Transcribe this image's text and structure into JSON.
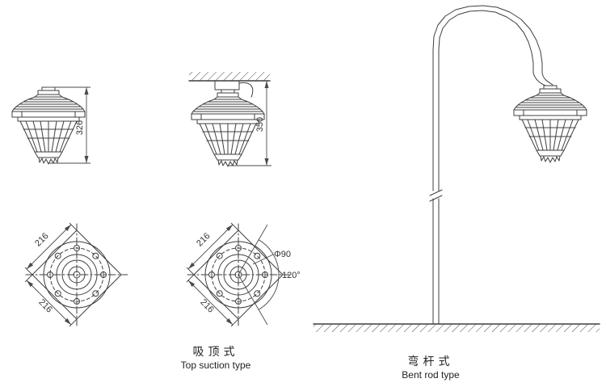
{
  "drawing": {
    "line_color": "#3f3f3f",
    "views": {
      "side": {
        "height": "326"
      },
      "ceiling": {
        "height": "350"
      },
      "top_left": {
        "width": "216",
        "depth": "216"
      },
      "top_right": {
        "width": "216",
        "depth": "216",
        "diameter": "Φ90",
        "angle": "120°"
      }
    },
    "captions": {
      "top_suction": {
        "cn": "吸顶式",
        "en": "Top suction type"
      },
      "bent_rod": {
        "cn": "弯杆式",
        "en": "Bent rod type"
      }
    }
  }
}
